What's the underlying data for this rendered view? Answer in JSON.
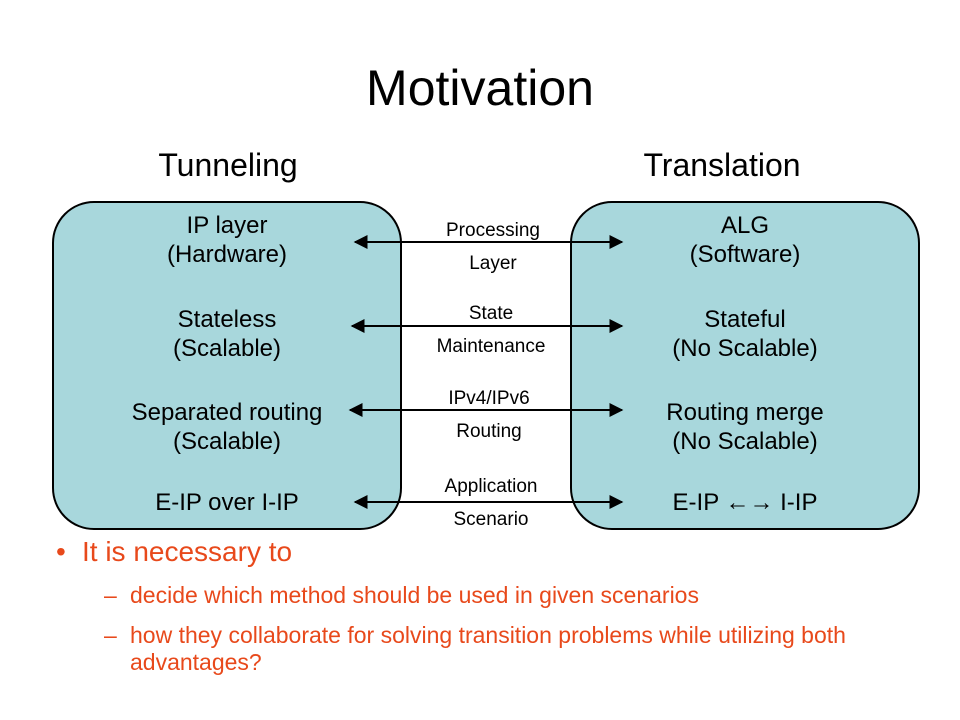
{
  "slide": {
    "title": "Motivation",
    "left": {
      "heading": "Tunneling",
      "items": [
        {
          "line1": "IP layer",
          "line2": "(Hardware)"
        },
        {
          "line1": "Stateless",
          "line2": "(Scalable)"
        },
        {
          "line1": "Separated routing",
          "line2": "(Scalable)"
        },
        {
          "line1": "E-IP over I-IP",
          "line2": ""
        }
      ]
    },
    "right": {
      "heading": "Translation",
      "items": [
        {
          "line1": "ALG",
          "line2": "(Software)"
        },
        {
          "line1": "Stateful",
          "line2": "(No Scalable)"
        },
        {
          "line1": "Routing merge",
          "line2": "(No Scalable)"
        },
        {
          "line1": "E-IP ←→ I-IP",
          "line2": ""
        }
      ]
    },
    "connectors": [
      {
        "line1": "Processing",
        "line2": "Layer"
      },
      {
        "line1": "State",
        "line2": "Maintenance"
      },
      {
        "line1": "IPv4/IPv6",
        "line2": "Routing"
      },
      {
        "line1": "Application",
        "line2": "Scenario"
      }
    ],
    "bullet": {
      "text": "It is necessary to",
      "subs": [
        "decide which method should be used in given scenarios",
        "how they collaborate for solving transition problems while utilizing both advantages?"
      ]
    },
    "colors": {
      "box_fill": "#a8d7dc",
      "bullet_text": "#e8491b"
    }
  }
}
